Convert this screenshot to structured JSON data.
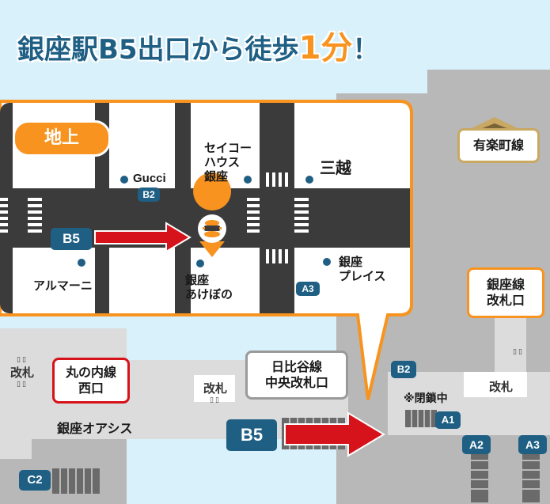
{
  "colors": {
    "accent": "#f7931e",
    "navy": "#1f5f84",
    "red": "#d6121b",
    "sky": "#d9f1fb",
    "road": "#3b3b3b"
  },
  "headline": {
    "text": "銀座駅B5出口から徒歩",
    "emph": "1分",
    "tail": "！"
  },
  "ground": {
    "badge": "地上",
    "places": {
      "gucci": "Gucci",
      "seiko_1": "セイコー",
      "seiko_2": "ハウス",
      "seiko_3": "銀座",
      "mitsukoshi": "三越",
      "armani": "アルマーニ",
      "akebono_1": "銀座",
      "akebono_2": "あけぼの",
      "place_1": "銀座",
      "place_2": "プレイス"
    },
    "exits": {
      "b2": "B2",
      "b5": "B5",
      "a3": "A3"
    },
    "marker_icon": "shop-logo-icon"
  },
  "underground": {
    "yurakucho": "有楽町線",
    "ginza_line_1": "銀座線",
    "ginza_line_2": "改札口",
    "hibiya_1": "日比谷線",
    "hibiya_2": "中央改札口",
    "marunouchi_1": "丸の内線",
    "marunouchi_2": "西口",
    "oasis": "銀座オアシス",
    "gate": "改札",
    "gate_glyph": "▯▯",
    "closed": "※閉鎖中",
    "exits": {
      "b5": "B5",
      "b2": "B2",
      "a1": "A1",
      "a2": "A2",
      "a3": "A3",
      "c2": "C2"
    }
  }
}
